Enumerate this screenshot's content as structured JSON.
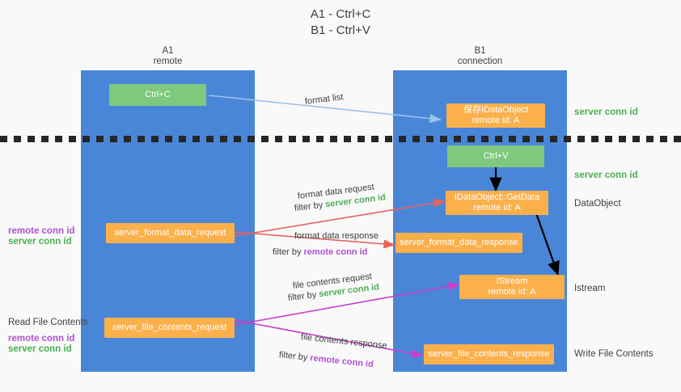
{
  "title": "A1 - Ctrl+C\nB1 - Ctrl+V",
  "columns": {
    "left": {
      "name": "A1",
      "role": "remote",
      "label": "A1\nremote"
    },
    "right": {
      "name": "B1",
      "role": "connection",
      "label": "B1\nconnection"
    }
  },
  "colors": {
    "lane": "#4a86d8",
    "box_green": "#7ec97e",
    "box_orange": "#fbb04c",
    "server_conn_id": "#4caf50",
    "remote_conn_id": "#b052d0",
    "arrow_format_list": "#9cc3e8",
    "arrow_format_data": "#e8615c",
    "arrow_file_contents": "#c83fc8",
    "arrow_internal": "#000000",
    "divider": "#262626",
    "background": "#f9f9f9"
  },
  "boxes": {
    "ctrl_c": "Ctrl+C",
    "ctrl_v": "Ctrl+V",
    "save_dataobject": "保存IDataObject\nremote id: A",
    "getdata": "IDataObject::GetData\nremote id: A",
    "istream": "IStream\nremote id: A",
    "server_format_data_request": "server_format_data_request",
    "server_format_data_response": "server_format_data_response",
    "server_file_contents_request": "server_file_contents_request",
    "server_file_contents_response": "server_file_contents_response"
  },
  "arrow_labels": {
    "format_list": "format list",
    "format_data_request": "format data request",
    "format_data_request_filter_prefix": "filter by ",
    "format_data_request_filter_value": "server conn id",
    "format_data_response": "format data response",
    "format_data_response_filter_prefix": "filter by ",
    "format_data_response_filter_value": "remote conn id",
    "file_contents_request": "file contents request",
    "file_contents_request_filter_prefix": "filter by ",
    "file_contents_request_filter_value": "server conn id",
    "file_contents_response": "file contents response",
    "file_contents_response_filter_prefix": "filter by ",
    "file_contents_response_filter_value": "remote conn id"
  },
  "right_notes": {
    "server_conn_id_top": "server conn id",
    "server_conn_id_mid": "server conn id",
    "dataobject": "DataObject",
    "istream": "Istream",
    "write_file_contents": "Write File Contents"
  },
  "left_notes": {
    "remote_conn_id_mid": "remote conn id",
    "server_conn_id_mid": "server conn id",
    "read_file_contents": "Read File Contents",
    "remote_conn_id_low": "remote conn id",
    "server_conn_id_low": "server conn id"
  }
}
